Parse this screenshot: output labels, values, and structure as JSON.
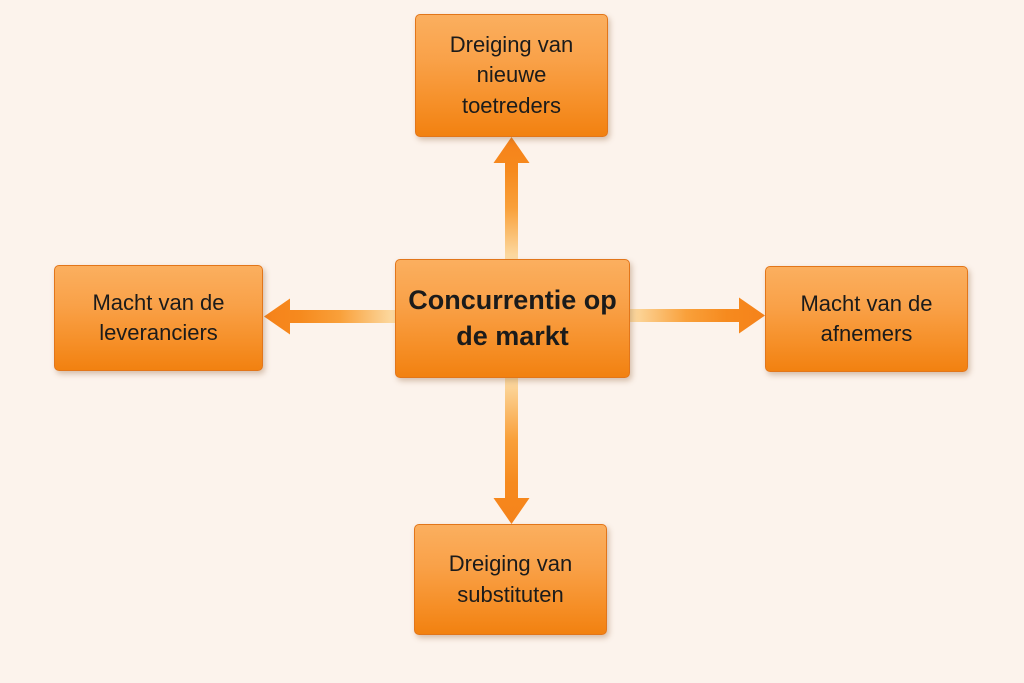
{
  "theme": {
    "canvas-bg": "#fcf3ec",
    "box-gradient-top": "#fbaf5f",
    "box-gradient-bottom": "#f28110",
    "box-border": "#e2761a",
    "arrow-orange": "#f5821a",
    "arrow-shaft-light": "#fcdca6",
    "text-color": "#1b1b1b"
  },
  "diagram": {
    "type": "five-forces-diagram",
    "center": {
      "label": "Concurrentie op\nde markt"
    },
    "top": {
      "label": "Dreiging van\nnieuwe\ntoetreders"
    },
    "left": {
      "label": "Macht van de\nleveranciers"
    },
    "right": {
      "label": "Macht van de\nafnemers"
    },
    "bottom": {
      "label": "Dreiging van\nsubstituten"
    },
    "arrows": [
      {
        "from": "center",
        "to": "top",
        "direction": "up"
      },
      {
        "from": "center",
        "to": "bottom",
        "direction": "down"
      },
      {
        "from": "center",
        "to": "left",
        "direction": "left"
      },
      {
        "from": "center",
        "to": "right",
        "direction": "right"
      }
    ]
  }
}
